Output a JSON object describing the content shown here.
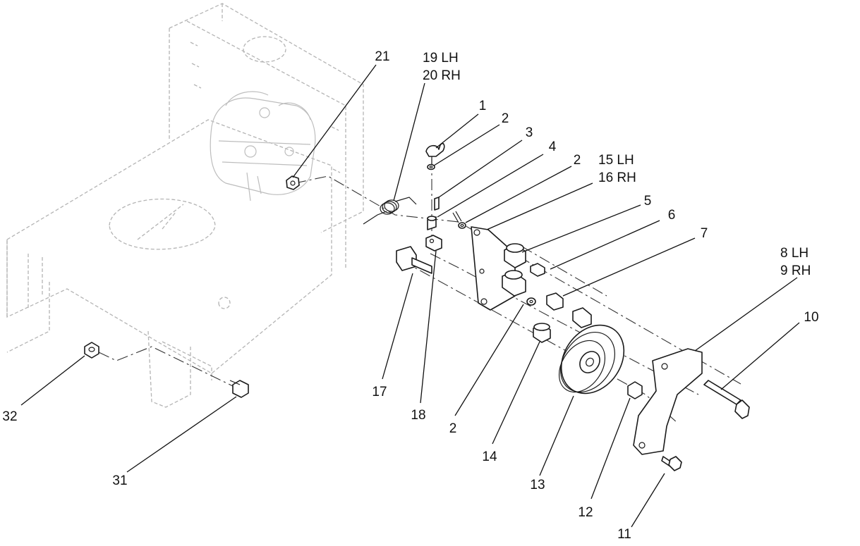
{
  "callouts": {
    "c1": "1",
    "c2a": "2",
    "c2b": "2",
    "c2c": "2",
    "c3": "3",
    "c4": "4",
    "c5": "5",
    "c6": "6",
    "c7": "7",
    "c8": "8 LH",
    "c9": "9 RH",
    "c10": "10",
    "c11": "11",
    "c12": "12",
    "c13": "13",
    "c14": "14",
    "c15": "15 LH",
    "c16": "16 RH",
    "c17": "17",
    "c18": "18",
    "c19": "19 LH",
    "c20": "20 RH",
    "c21": "21",
    "c31": "31",
    "c32": "32"
  },
  "colors": {
    "ink": "#111111",
    "ghost": "#b4b4b4",
    "background": "#ffffff"
  }
}
